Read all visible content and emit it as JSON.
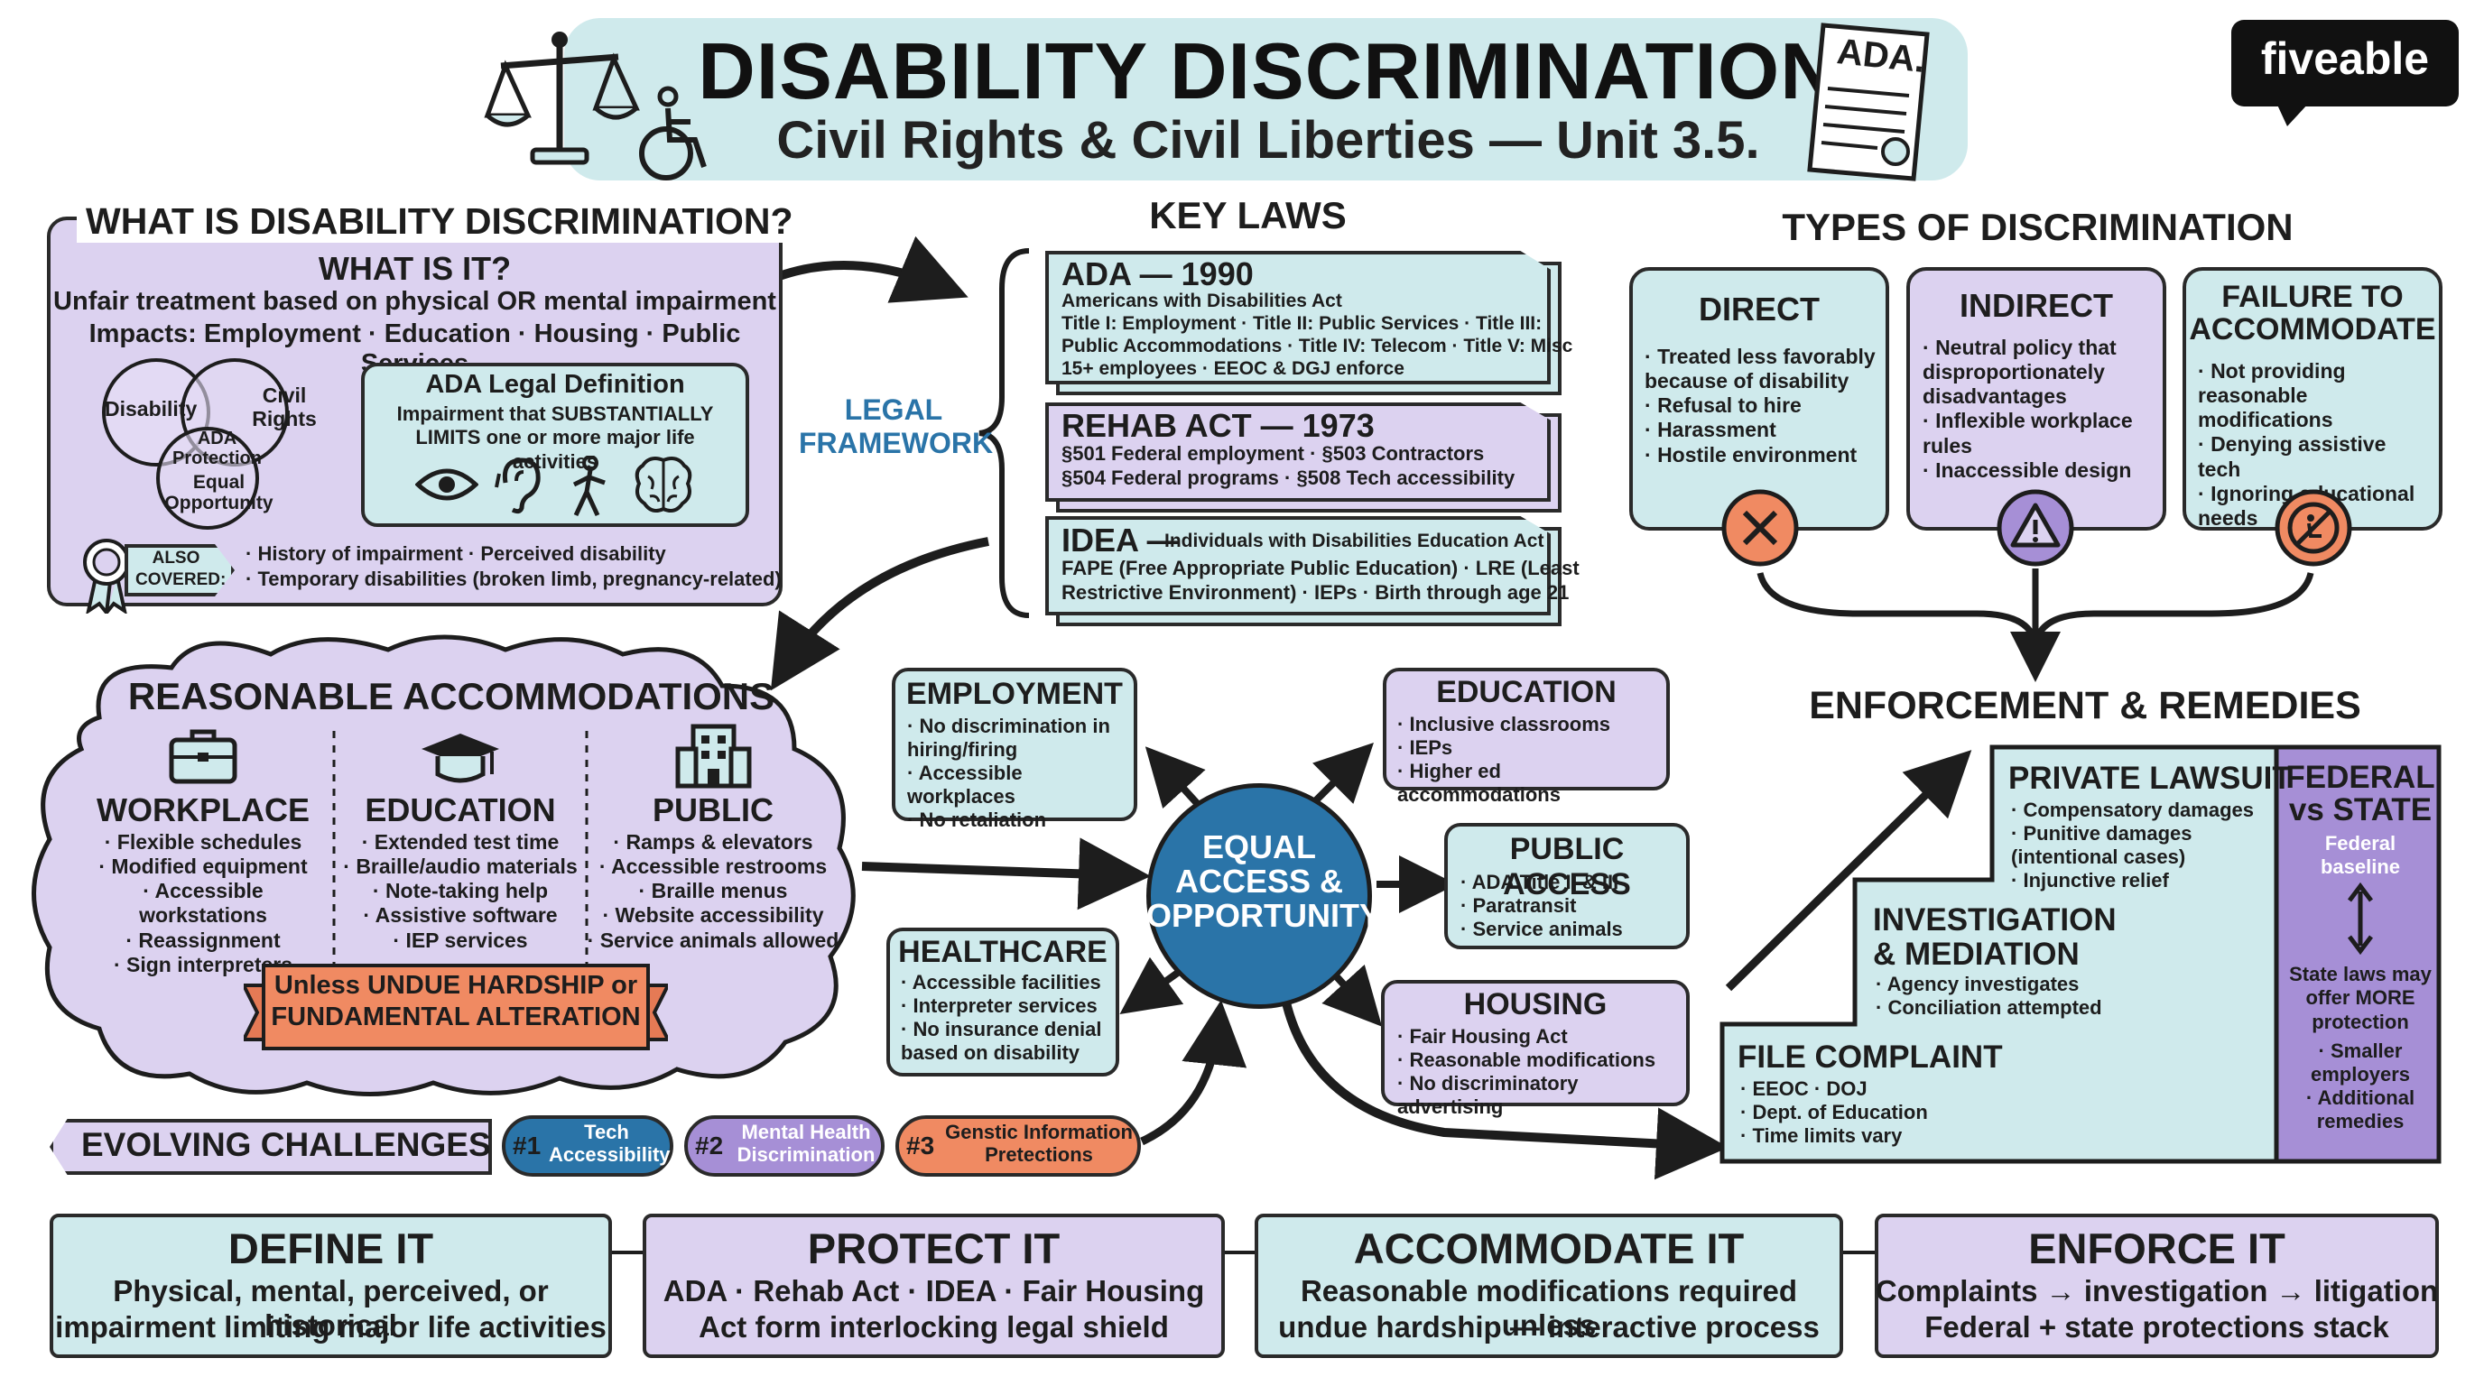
{
  "header": {
    "title": "DISABILITY DISCRIMINATION",
    "subtitle": "Civil Rights & Civil Liberties — Unit 3.5.",
    "doc_label": "ADA.",
    "logo": "fiveable"
  },
  "what_is": {
    "title": "WHAT IS DISABILITY DISCRIMINATION?",
    "subtitle": "WHAT IS IT?",
    "line1": "Unfair treatment based on physical OR mental impairment",
    "line2": "Impacts: Employment · Education · Housing · Public Services",
    "venn": {
      "disability": "Disability",
      "civil_rights": "Civil Rights",
      "ada": "ADA Protection",
      "equal": "Equal Opportunity"
    },
    "ada_def_title": "ADA Legal Definition",
    "ada_def_text": "Impairment that SUBSTANTIALLY LIMITS one or more major life activities",
    "also_covered_label": "ALSO COVERED:",
    "also_covered_1": "· History of impairment · Perceived disability",
    "also_covered_2": "· Temporary disabilities (broken limb, pregnancy-related)"
  },
  "key_laws": {
    "title": "KEY LAWS",
    "framework_label": "LEGAL FRAMEWORK",
    "ada_title": "ADA — 1990",
    "ada_l1": "Americans with Disabilities Act",
    "ada_l2": "Title I: Employment · Title II: Public Services · Title III:",
    "ada_l3": "Public Accommodations · Title IV: Telecom · Title V: Misc",
    "ada_l4": "15+ employees · EEOC & DGJ enforce",
    "rehab_title": "REHAB ACT — 1973",
    "rehab_l1": "§501 Federal employment · §503 Contractors",
    "rehab_l2": "§504 Federal programs · §508 Tech accessibility",
    "idea_title": "IDEA —",
    "idea_sub": "Individuals with Disabilities Education Act",
    "idea_l1": "FAPE (Free Appropriate Public Education) · LRE (Least",
    "idea_l2": "Restrictive Environment) · IEPs · Birth through age 21"
  },
  "types": {
    "title": "TYPES OF DISCRIMINATION",
    "direct": {
      "title": "DIRECT",
      "items": [
        "Treated less favorably because of disability",
        "Refusal to hire",
        "Harassment",
        "Hostile environment"
      ]
    },
    "indirect": {
      "title": "INDIRECT",
      "items": [
        "Neutral policy that disproportionately disadvantages",
        "Inflexible workplace rules",
        "Inaccessible design"
      ]
    },
    "failure": {
      "title1": "FAILURE TO",
      "title2": "ACCOMMODATE",
      "items": [
        "Not providing reasonable modifications",
        "Denying assistive tech",
        "Ignoring educational needs"
      ]
    }
  },
  "accommodations": {
    "title": "REASONABLE ACCOMMODATIONS",
    "workplace": {
      "title": "WORKPLACE",
      "items": [
        "Flexible schedules",
        "Modified equipment",
        "Accessible workstations",
        "Reassignment",
        "Sign interpreters"
      ]
    },
    "education": {
      "title": "EDUCATION",
      "items": [
        "Extended test time",
        "Braille/audio materials",
        "Note-taking help",
        "Assistive software",
        "IEP services"
      ]
    },
    "public": {
      "title": "PUBLIC",
      "items": [
        "Ramps & elevators",
        "Accessible restrooms",
        "Braille menus",
        "Website accessibility",
        "Service animals allowed"
      ]
    },
    "banner_l1": "Unless UNDUE HARDSHIP or",
    "banner_l2": "FUNDAMENTAL ALTERATION"
  },
  "hub": {
    "center_l1": "EQUAL",
    "center_l2": "ACCESS &",
    "center_l3": "OPPORTUNITY",
    "employment": {
      "title": "EMPLOYMENT",
      "items": [
        "No discrimination in hiring/firing",
        "Accessible workplaces",
        "No retaliation"
      ]
    },
    "education": {
      "title": "EDUCATION",
      "items": [
        "Inclusive classrooms",
        "IEPs",
        "Higher ed accommodations"
      ]
    },
    "public_access": {
      "title": "PUBLIC ACCESS",
      "items": [
        "ADA Title II & III",
        "Paratransit",
        "Service animals"
      ]
    },
    "healthcare": {
      "title": "HEALTHCARE",
      "items": [
        "Accessible facilities",
        "Interpreter services",
        "No insurance denial based on disability"
      ]
    },
    "housing": {
      "title": "HOUSING",
      "items": [
        "Fair Housing Act",
        "Reasonable modifications",
        "No discriminatory advertising"
      ]
    }
  },
  "enforcement": {
    "title": "ENFORCEMENT & REMEDIES",
    "lawsuit": {
      "title": "PRIVATE LAWSUIT",
      "items": [
        "Compensatory damages",
        "Punitive damages (intentional cases)",
        "Injunctive relief"
      ]
    },
    "investigation": {
      "title1": "INVESTIGATION",
      "title2": "& MEDIATION",
      "items": [
        "Agency investigates",
        "Conciliation attempted"
      ]
    },
    "complaint": {
      "title": "FILE COMPLAINT",
      "items": [
        "EEOC · DOJ",
        "Dept. of Education",
        "Time limits vary"
      ]
    },
    "fed_state": {
      "title1": "FEDERAL",
      "title2": "vs STATE",
      "baseline": "Federal baseline",
      "state_more": "State laws may offer MORE protection",
      "items": [
        "Smaller employers",
        "Additional remedies"
      ]
    }
  },
  "challenges": {
    "label": "EVOLVING CHALLENGES →",
    "c1_num": "#1",
    "c1": "Tech Accessibility",
    "c2_num": "#2",
    "c2": "Mental Health Discrimination",
    "c3_num": "#3",
    "c3": "Genstic Information Pretections"
  },
  "footer": {
    "define": {
      "title": "DEFINE IT",
      "l1": "Physical, mental, perceived, or historical",
      "l2": "impairment limiting major life activities"
    },
    "protect": {
      "title": "PROTECT IT",
      "l1": "ADA · Rehab Act · IDEA · Fair Housing",
      "l2": "Act form interlocking legal shield"
    },
    "accommodate": {
      "title": "ACCOMMODATE IT",
      "l1": "Reasonable modifications required unless",
      "l2": "undue hardship — interactive process"
    },
    "enforce": {
      "title": "ENFORCE IT",
      "l1": "Complaints → investigation → litigation",
      "l2": "Federal + state protections stack"
    }
  },
  "colors": {
    "purple": "#dcd2f0",
    "teal": "#cfeaec",
    "hub_blue": "#2a74a8",
    "orange": "#f08a62",
    "dark_purple": "#a68fd6"
  }
}
